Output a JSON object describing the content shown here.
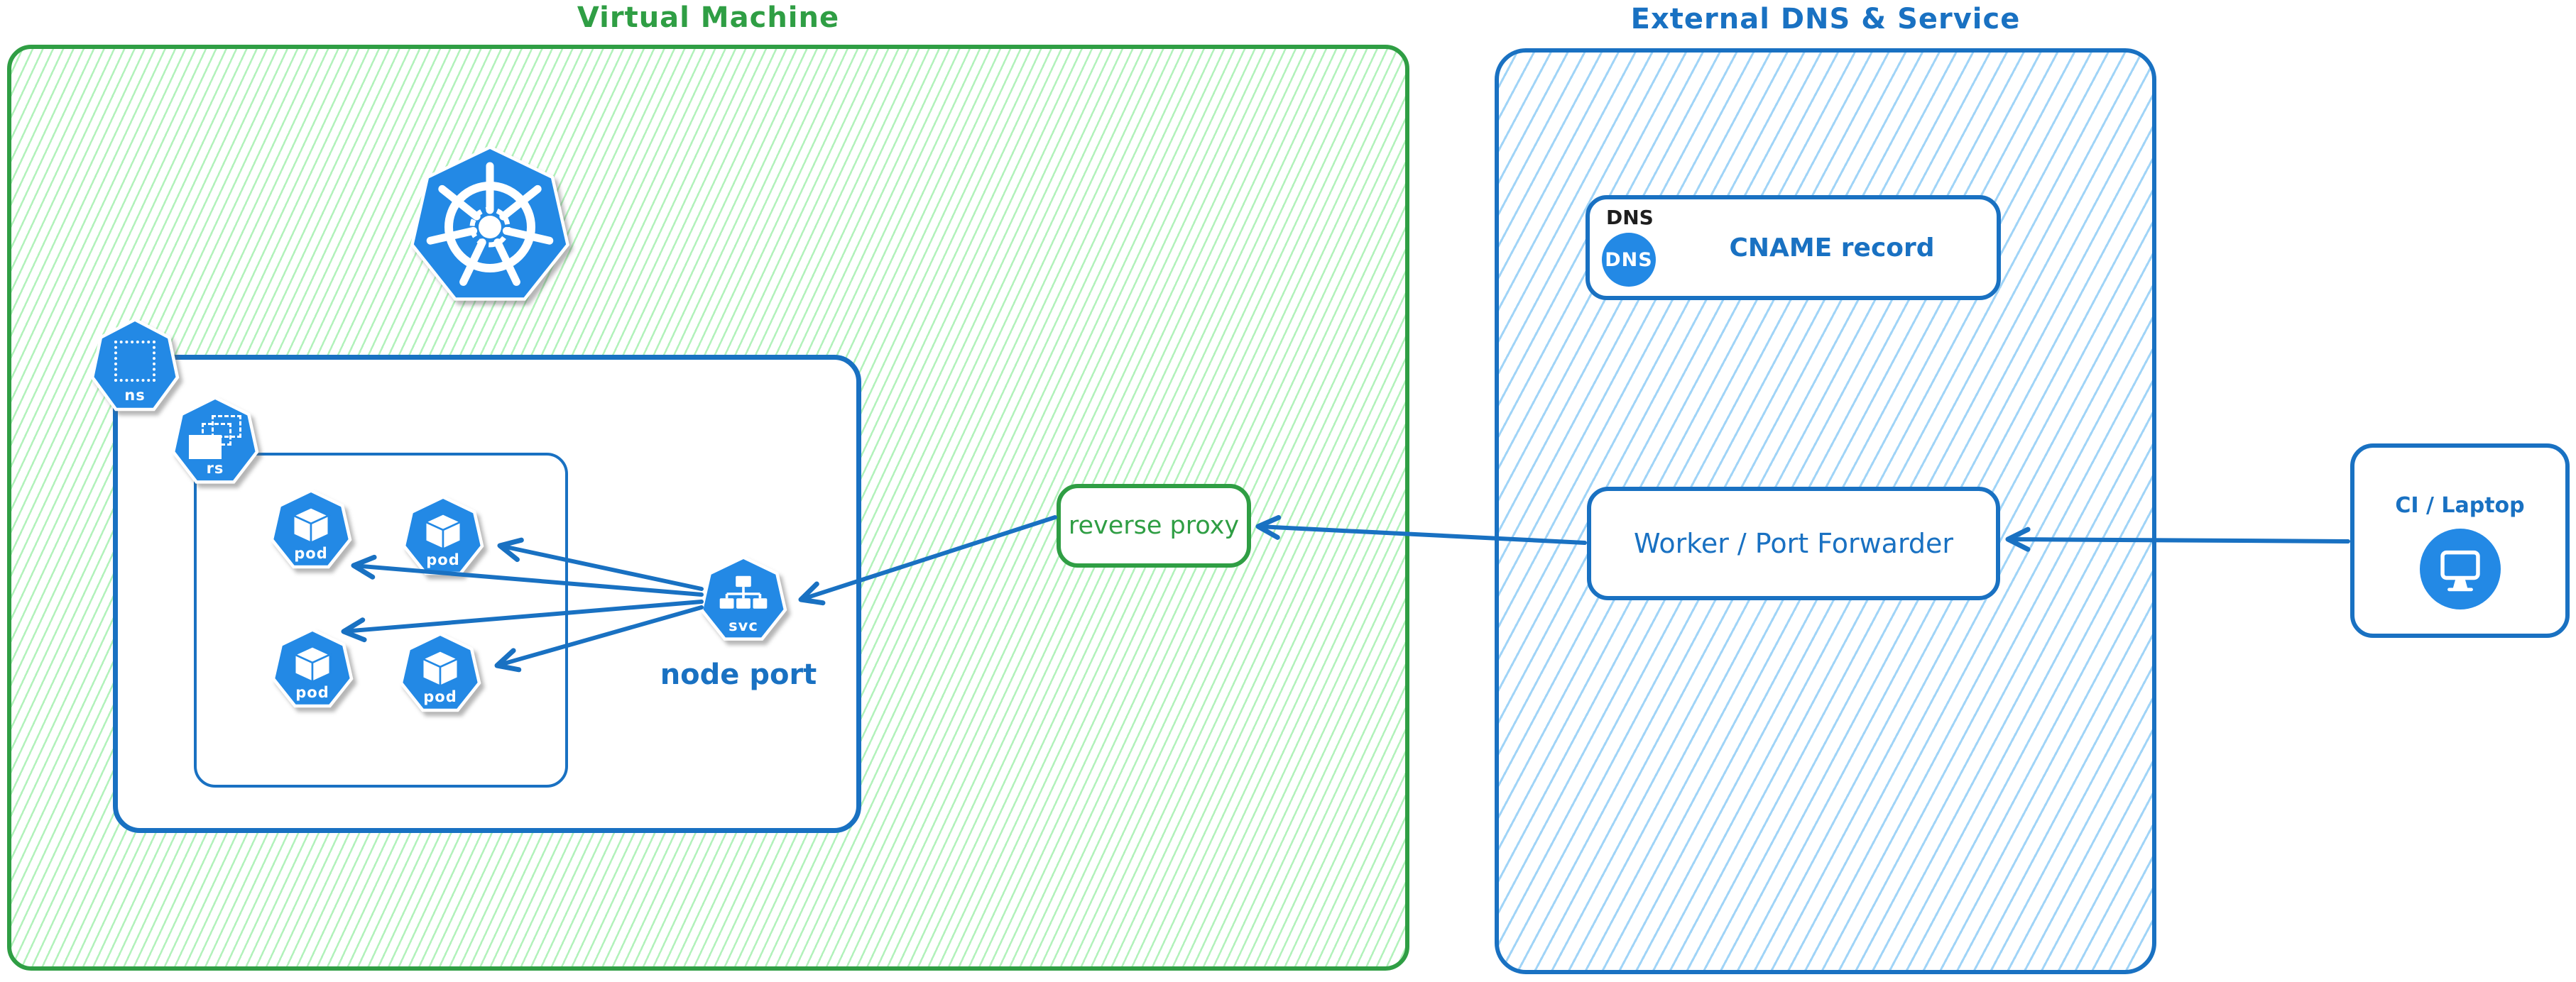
{
  "diagram": {
    "vm": {
      "title": "Virtual Machine"
    },
    "external": {
      "title": "External DNS & Service"
    },
    "dns_card": {
      "tag": "DNS",
      "badge": "DNS",
      "label": "CNAME record"
    },
    "worker": {
      "label": "Worker / Port Forwarder"
    },
    "reverse_proxy": {
      "label": "reverse proxy"
    },
    "ci": {
      "label": "CI / Laptop"
    },
    "node_port": {
      "label": "node port"
    },
    "k8s": {
      "ns": "ns",
      "rs": "rs",
      "pod": "pod",
      "svc": "svc"
    }
  },
  "colors": {
    "green": "#2f9e44",
    "green-hatch": "#b2f2bb",
    "blue": "#1971c2",
    "blue-hatch": "#a0d4f7",
    "icon-blue": "#2389e5",
    "ink": "#1e1e1e"
  }
}
